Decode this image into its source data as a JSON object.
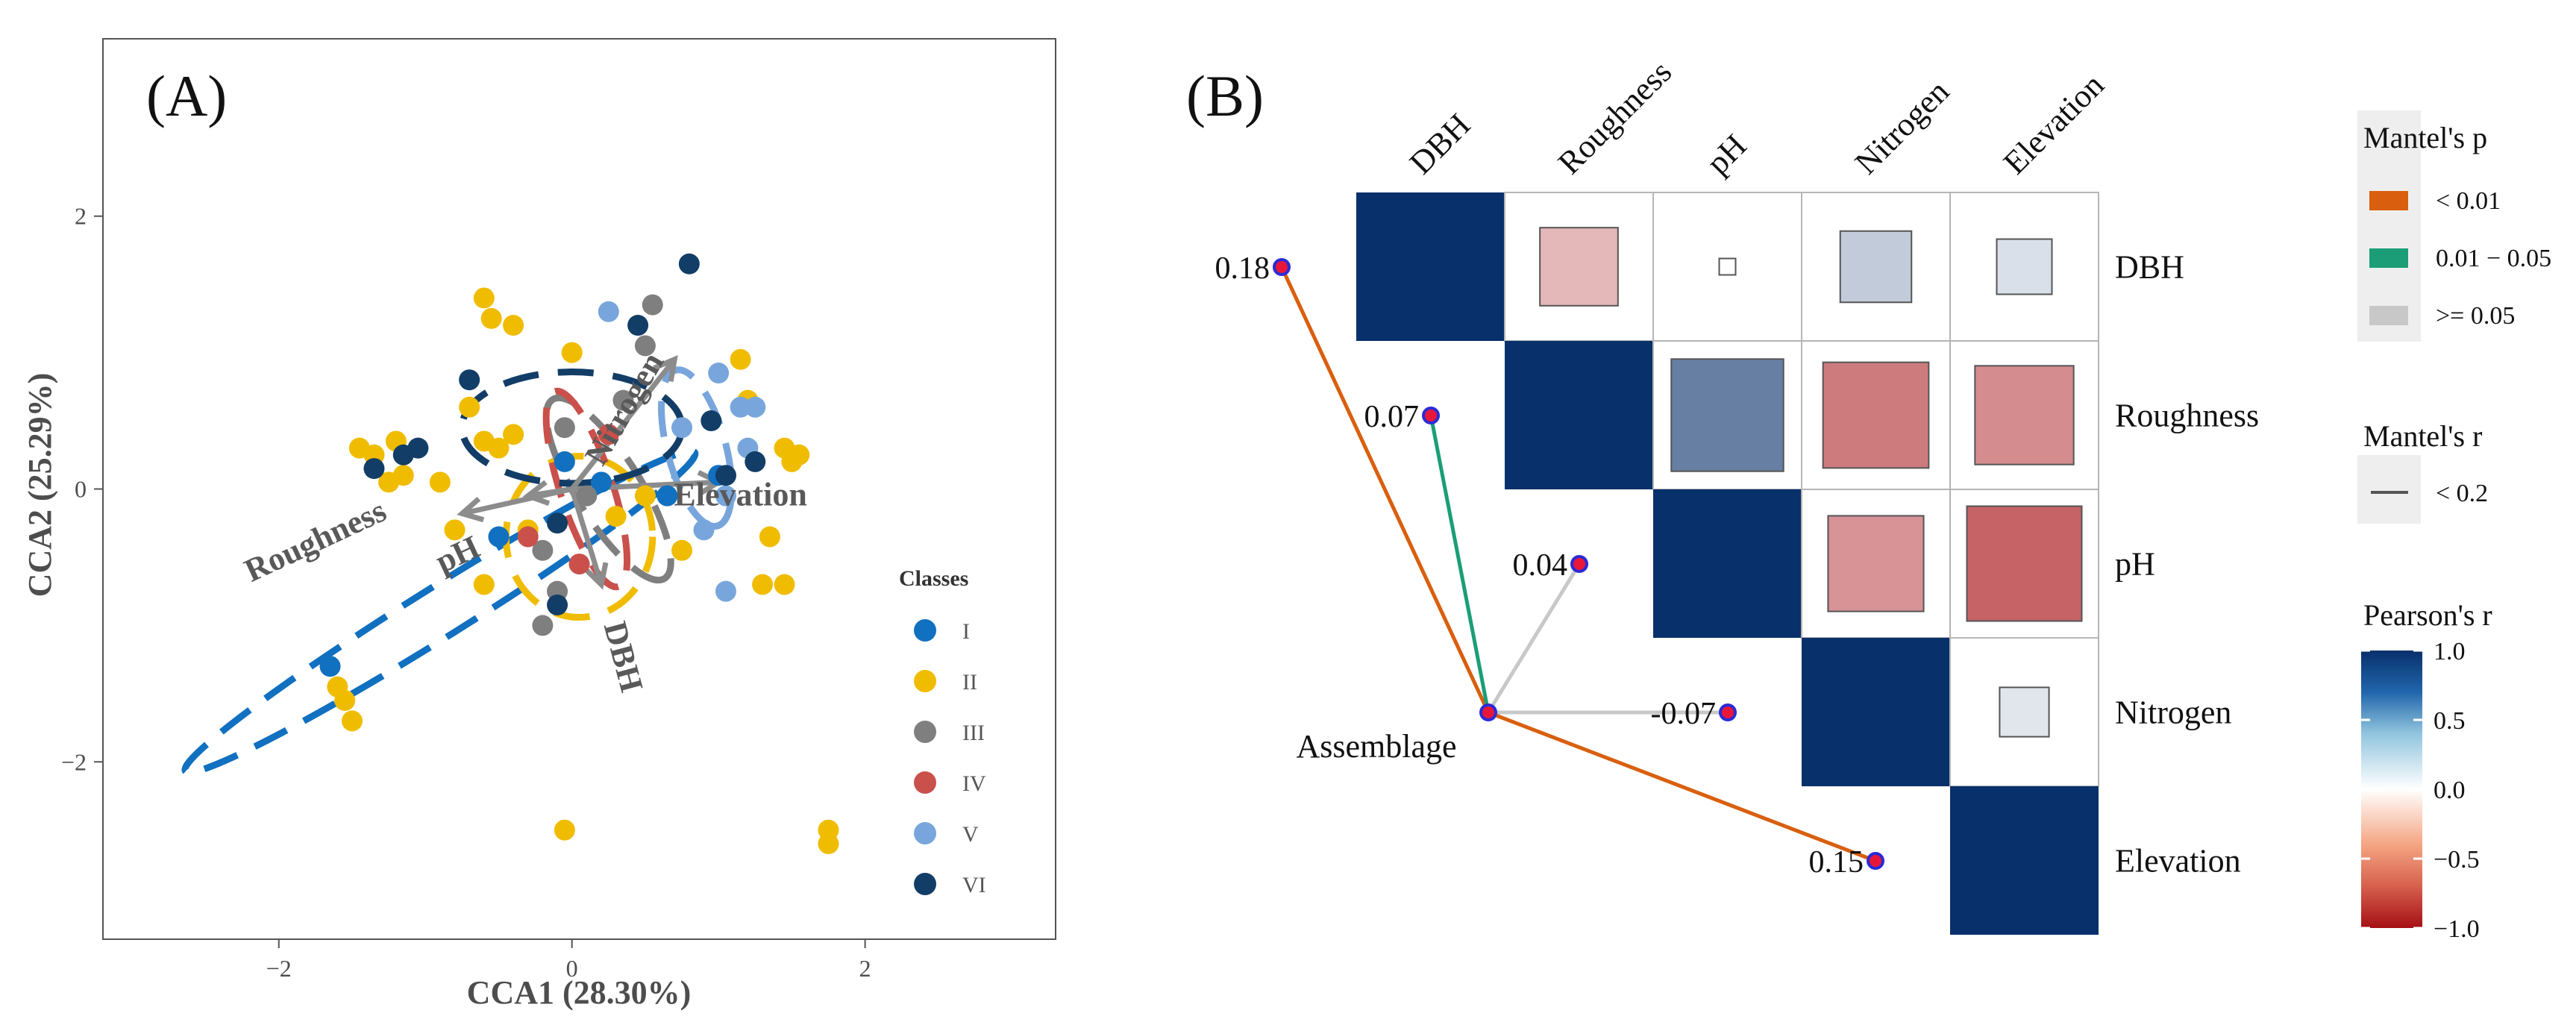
{
  "panel_a": {
    "tag": "(A)",
    "chart_data": {
      "type": "scatter",
      "xlabel": "CCA1  (28.30%)",
      "ylabel": "CCA2  (25.29%)",
      "xlim": [
        -3.2,
        3.3
      ],
      "ylim": [
        -3.3,
        3.3
      ],
      "x_ticks": [
        -2,
        0,
        2
      ],
      "x_tick_labels": [
        "−2",
        "0",
        "2"
      ],
      "y_ticks": [
        -2,
        0,
        2
      ],
      "y_tick_labels": [
        "−2",
        "0",
        "2"
      ],
      "grid": false,
      "legend_title": "Classes",
      "legend_position": "right",
      "series": [
        {
          "name": "I",
          "color": "#1170c0",
          "points": [
            [
              -1.65,
              -1.3
            ],
            [
              -0.5,
              -0.35
            ],
            [
              0.2,
              0.05
            ],
            [
              0.65,
              -0.05
            ],
            [
              1.0,
              0.1
            ],
            [
              -0.05,
              0.2
            ]
          ],
          "ellipse": {
            "cx": -0.9,
            "cy": -0.9,
            "rx": 2.05,
            "ry": 0.17,
            "angle": 32
          }
        },
        {
          "name": "II",
          "color": "#f0bc00",
          "points": [
            [
              -0.6,
              1.4
            ],
            [
              -0.55,
              1.25
            ],
            [
              -0.4,
              1.2
            ],
            [
              -1.45,
              0.3
            ],
            [
              -1.2,
              0.35
            ],
            [
              -1.15,
              0.1
            ],
            [
              -1.25,
              0.05
            ],
            [
              -1.35,
              0.25
            ],
            [
              -0.7,
              0.6
            ],
            [
              -0.6,
              0.35
            ],
            [
              -0.5,
              0.3
            ],
            [
              -0.4,
              0.4
            ],
            [
              -0.9,
              0.05
            ],
            [
              -0.8,
              -0.3
            ],
            [
              -0.6,
              -0.7
            ],
            [
              0.0,
              1.0
            ],
            [
              1.15,
              0.95
            ],
            [
              1.2,
              0.65
            ],
            [
              1.45,
              0.3
            ],
            [
              1.5,
              0.2
            ],
            [
              1.55,
              0.25
            ],
            [
              1.35,
              -0.35
            ],
            [
              1.3,
              -0.7
            ],
            [
              1.45,
              -0.7
            ],
            [
              0.75,
              -0.45
            ],
            [
              0.5,
              -0.05
            ],
            [
              -0.05,
              -2.5
            ],
            [
              1.75,
              -2.5
            ],
            [
              1.75,
              -2.6
            ],
            [
              -1.6,
              -1.45
            ],
            [
              -1.55,
              -1.55
            ],
            [
              -1.5,
              -1.7
            ],
            [
              0.3,
              -0.2
            ],
            [
              -0.3,
              -0.3
            ]
          ],
          "ellipse": {
            "cx": 0.05,
            "cy": -0.35,
            "rx": 0.5,
            "ry": 0.55,
            "angle": 0
          }
        },
        {
          "name": "III",
          "color": "#7f7f7f",
          "points": [
            [
              0.55,
              1.35
            ],
            [
              0.5,
              1.05
            ],
            [
              -0.05,
              0.45
            ],
            [
              0.1,
              -0.05
            ],
            [
              -0.2,
              -0.45
            ],
            [
              -0.1,
              -0.75
            ],
            [
              -0.2,
              -1.0
            ],
            [
              0.35,
              0.65
            ]
          ],
          "ellipse": {
            "cx": 0.25,
            "cy": 0.0,
            "rx": 0.72,
            "ry": 0.22,
            "angle": -58
          }
        },
        {
          "name": "IV",
          "color": "#c9504b",
          "points": [
            [
              0.25,
              0.4
            ],
            [
              -0.3,
              -0.35
            ],
            [
              0.05,
              -0.55
            ]
          ],
          "ellipse": {
            "cx": 0.1,
            "cy": 0.0,
            "rx": 0.7,
            "ry": 0.18,
            "angle": -72
          }
        },
        {
          "name": "V",
          "color": "#78a6dc",
          "points": [
            [
              0.25,
              1.3
            ],
            [
              1.0,
              0.85
            ],
            [
              1.15,
              0.6
            ],
            [
              1.25,
              0.6
            ],
            [
              1.2,
              0.3
            ],
            [
              1.05,
              -0.05
            ],
            [
              0.9,
              -0.3
            ],
            [
              1.05,
              -0.75
            ],
            [
              0.75,
              0.45
            ]
          ],
          "ellipse": {
            "cx": 0.85,
            "cy": 0.3,
            "rx": 0.55,
            "ry": 0.2,
            "angle": -75
          }
        },
        {
          "name": "VI",
          "color": "#123d66",
          "points": [
            [
              0.8,
              1.65
            ],
            [
              0.45,
              1.2
            ],
            [
              -0.7,
              0.8
            ],
            [
              -1.05,
              0.3
            ],
            [
              -1.15,
              0.25
            ],
            [
              -1.35,
              0.15
            ],
            [
              0.95,
              0.5
            ],
            [
              1.25,
              0.2
            ],
            [
              1.05,
              0.1
            ],
            [
              -0.1,
              -0.85
            ],
            [
              -0.1,
              -0.25
            ]
          ],
          "ellipse": {
            "cx": 0.0,
            "cy": 0.45,
            "rx": 0.75,
            "ry": 0.38,
            "angle": 0
          }
        }
      ],
      "arrows": [
        {
          "label": "Roughness",
          "end": [
            -0.75,
            -0.18
          ],
          "label_at": [
            -1.72,
            -0.45
          ],
          "label_angle": -25
        },
        {
          "label": "pH",
          "end": [
            -0.3,
            -0.05
          ],
          "label_at": [
            -0.75,
            -0.55
          ],
          "label_angle": -25
        },
        {
          "label": "DBH",
          "end": [
            0.2,
            -0.7
          ],
          "label_at": [
            0.28,
            -1.25
          ],
          "label_angle": 75
        },
        {
          "label": "Nitrogen",
          "end": [
            0.7,
            0.95
          ],
          "label_at": [
            0.42,
            0.55
          ],
          "label_angle": -60
        },
        {
          "label": "Elevation",
          "end": [
            1.0,
            0.05
          ],
          "label_at": [
            1.15,
            -0.12
          ],
          "label_angle": 0
        }
      ],
      "arrow_color": "#8c8c8c"
    }
  },
  "panel_b": {
    "tag": "(B)",
    "chart_data": {
      "type": "heatmap",
      "variables": [
        "DBH",
        "Roughness",
        "pH",
        "Nitrogen",
        "Elevation"
      ],
      "pearson_r": [
        [
          1.0,
          -0.3,
          0.0,
          0.25,
          0.15
        ],
        [
          -0.3,
          1.0,
          0.62,
          -0.55,
          -0.48
        ],
        [
          0.0,
          0.62,
          1.0,
          -0.45,
          -0.65
        ],
        [
          0.25,
          -0.55,
          -0.45,
          1.0,
          0.12
        ],
        [
          0.15,
          -0.48,
          -0.65,
          0.12,
          1.0
        ]
      ],
      "mantel_source": "Assemblage",
      "mantel": [
        {
          "target": "DBH",
          "r_label": "0.18",
          "p_class": "< 0.01"
        },
        {
          "target": "Roughness",
          "r_label": "0.07",
          "p_class": "0.01 − 0.05"
        },
        {
          "target": "pH",
          "r_label": "0.04",
          "p_class": ">= 0.05"
        },
        {
          "target": "Nitrogen",
          "r_label": "-0.07",
          "p_class": ">= 0.05"
        },
        {
          "target": "Elevation",
          "r_label": "0.15",
          "p_class": "< 0.01"
        }
      ]
    },
    "legend": {
      "mantel_p_title": "Mantel's p",
      "mantel_p_items": [
        {
          "label": "< 0.01",
          "color": "#d95f0e"
        },
        {
          "label": "0.01 − 0.05",
          "color": "#1b9e77"
        },
        {
          "label": ">= 0.05",
          "color": "#c8c8c8"
        }
      ],
      "mantel_r_title": "Mantel's r",
      "mantel_r_items": [
        {
          "label": "< 0.2"
        }
      ],
      "pearson_title": "Pearson's r",
      "pearson_ticks": [
        "1.0",
        "0.5",
        "0.0",
        "−0.5",
        "−1.0"
      ],
      "pearson_tick_values": [
        1.0,
        0.5,
        0.0,
        -0.5,
        -1.0
      ],
      "colors": {
        "pos": "#08306b",
        "mid": "#ffffff",
        "neg": "#a50f15"
      }
    }
  }
}
